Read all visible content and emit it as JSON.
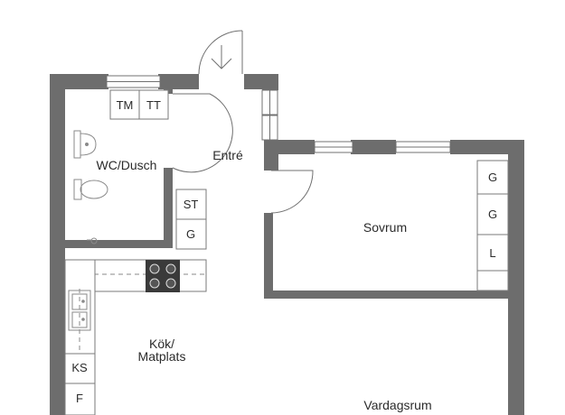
{
  "rooms": {
    "wc": "WC/Dusch",
    "entre": "Entré",
    "sovrum": "Sovrum",
    "kok_line1": "Kök/",
    "kok_line2": "Matplats",
    "vardagsrum": "Vardagsrum"
  },
  "fixtures": {
    "tm": "TM",
    "tt": "TT",
    "st": "ST",
    "g_entre": "G",
    "g_sov1": "G",
    "g_sov2": "G",
    "l_sov": "L",
    "ks": "KS",
    "f": "F"
  },
  "colors": {
    "wall": "#6d6d6d",
    "line": "#707070",
    "background": "#ffffff"
  }
}
